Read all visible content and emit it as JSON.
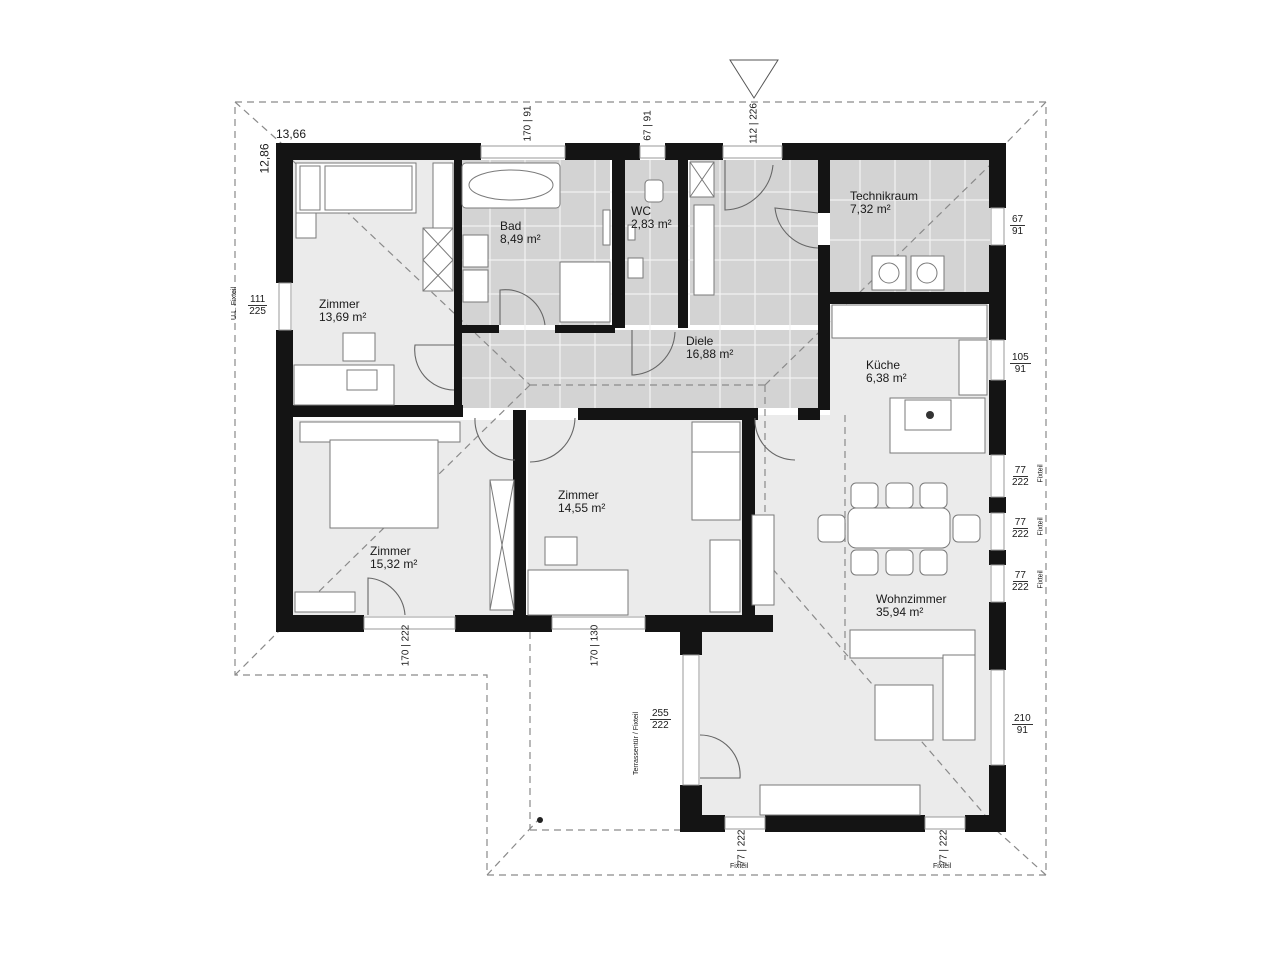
{
  "plan": {
    "corner_dims": {
      "x": "13,66",
      "y": "12,86"
    },
    "entrance_marker": "entrance-triangle"
  },
  "rooms": [
    {
      "id": "zimmer1",
      "name": "Zimmer",
      "area": "13,69 m²"
    },
    {
      "id": "bad",
      "name": "Bad",
      "area": "8,49 m²"
    },
    {
      "id": "wc",
      "name": "WC",
      "area": "2,83 m²"
    },
    {
      "id": "technikraum",
      "name": "Technikraum",
      "area": "7,32 m²"
    },
    {
      "id": "diele",
      "name": "Diele",
      "area": "16,88 m²"
    },
    {
      "id": "kueche",
      "name": "Küche",
      "area": "6,38 m²"
    },
    {
      "id": "zimmer2",
      "name": "Zimmer",
      "area": "15,32 m²"
    },
    {
      "id": "zimmer3",
      "name": "Zimmer",
      "area": "14,55 m²"
    },
    {
      "id": "wohnzimmer",
      "name": "Wohnzimmer",
      "area": "35,94 m²"
    }
  ],
  "openings": [
    {
      "id": "bad-window",
      "width": "170",
      "height": "91"
    },
    {
      "id": "wc-window",
      "width": "67",
      "height": "91"
    },
    {
      "id": "entrance-door",
      "width": "112",
      "height": "226"
    },
    {
      "id": "technik-window",
      "width": "67",
      "height": "91"
    },
    {
      "id": "zimmer1-window",
      "width": "111",
      "height": "225",
      "note": "U.L. Fixteil"
    },
    {
      "id": "kueche-window",
      "width": "105",
      "height": "91"
    },
    {
      "id": "wohn-window-1",
      "width": "77",
      "height": "222",
      "note": "Fixteil"
    },
    {
      "id": "wohn-window-2",
      "width": "77",
      "height": "222",
      "note": "Fixteil"
    },
    {
      "id": "wohn-window-3",
      "width": "77",
      "height": "222",
      "note": "Fixteil"
    },
    {
      "id": "zimmer2-window",
      "width": "170",
      "height": "222"
    },
    {
      "id": "zimmer3-window",
      "width": "170",
      "height": "130"
    },
    {
      "id": "terrace-door",
      "width": "255",
      "height": "222",
      "note": "Terrassentür / Fixteil"
    },
    {
      "id": "wohn-east-window",
      "width": "210",
      "height": "91"
    },
    {
      "id": "wohn-south-window-1",
      "width": "77",
      "height": "222",
      "note": "Fixteil"
    },
    {
      "id": "wohn-south-window-2",
      "width": "77",
      "height": "222",
      "note": "Fixteil"
    }
  ]
}
